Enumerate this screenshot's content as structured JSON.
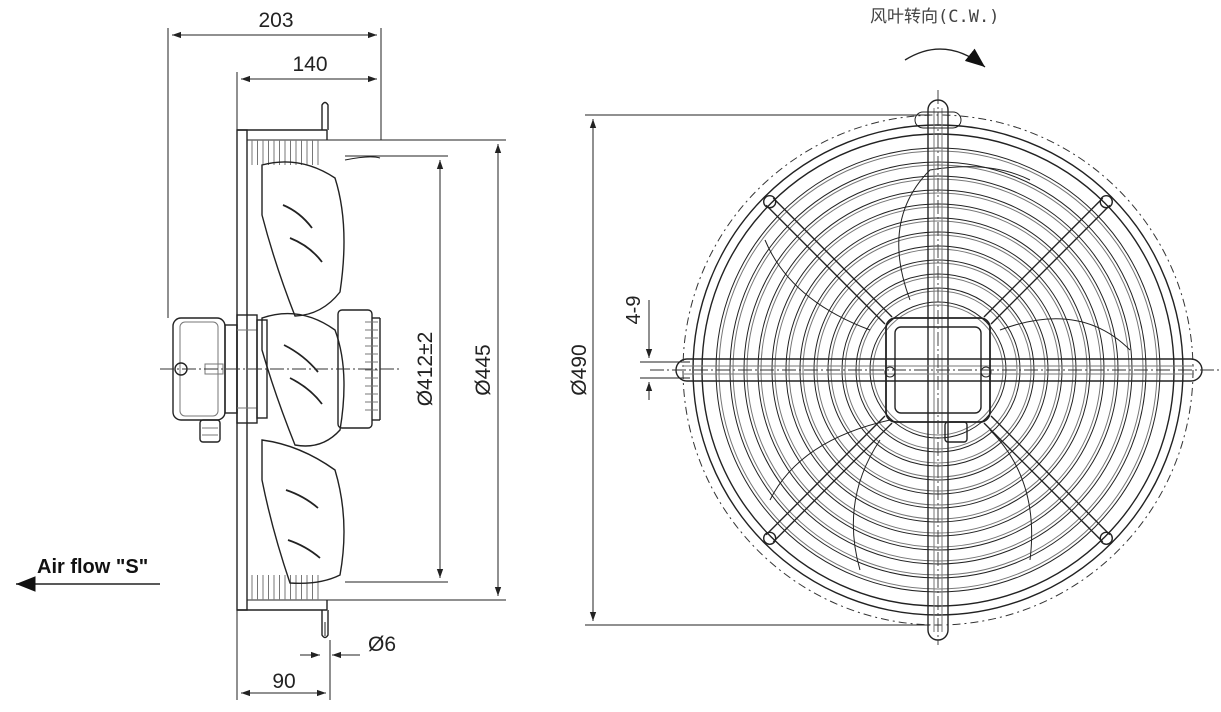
{
  "dimensions": {
    "overall_depth": "203",
    "housing_depth": "140",
    "motor_depth": "90",
    "mount_hole": "Ø6",
    "blade_diameter": "Ø412±2",
    "ring_diameter": "Ø445",
    "guard_diameter": "Ø490",
    "slot_size": "4-9"
  },
  "labels": {
    "rotation": "风叶转向(C.W.)",
    "airflow": "Air flow \"S\""
  }
}
